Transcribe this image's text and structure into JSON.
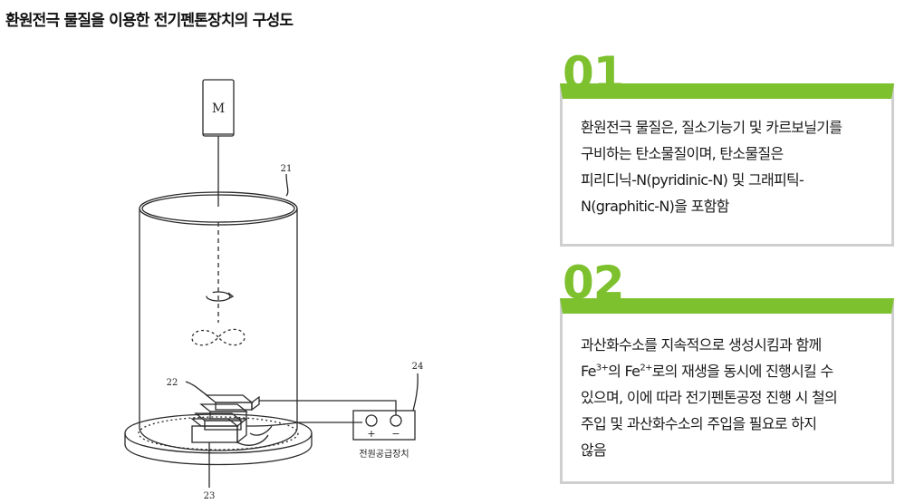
{
  "page": {
    "title": "환원전극 물질을 이용한 전기펜톤장치의 구성도"
  },
  "diagram": {
    "motor_label": "M",
    "ref_21": "21",
    "ref_22": "22",
    "ref_23": "23",
    "ref_24": "24",
    "plus_sign": "+",
    "minus_sign": "−",
    "power_supply_label": "전원공급장치"
  },
  "cards": {
    "card1": {
      "number": "01",
      "lines": [
        "환원전극 물질은, 질소기능기 및 카르보닐기를",
        "구비하는 탄소물질이며, 탄소물질은",
        "피리디닉-N(pyridinic-N) 및 그래피틱-",
        "N(graphitic-N)을 포함함"
      ]
    },
    "card2": {
      "number": "02",
      "line1": "과산화수소를 지속적으로 생성시킴과 함께",
      "line2_a": "Fe",
      "line2_sup1": "3+",
      "line2_b": "의 Fe",
      "line2_sup2": "2+",
      "line2_c": "로의 재생을 동시에 진행시킬 수",
      "line3": "있으며, 이에 따라 전기펜톤공정 진행 시 철의",
      "line4": "주입 및 과산화수소의 주입을 필요로 하지",
      "line5": "않음"
    }
  },
  "colors": {
    "accent_green": "#7dc12e",
    "card_border": "#cfcfcf"
  }
}
